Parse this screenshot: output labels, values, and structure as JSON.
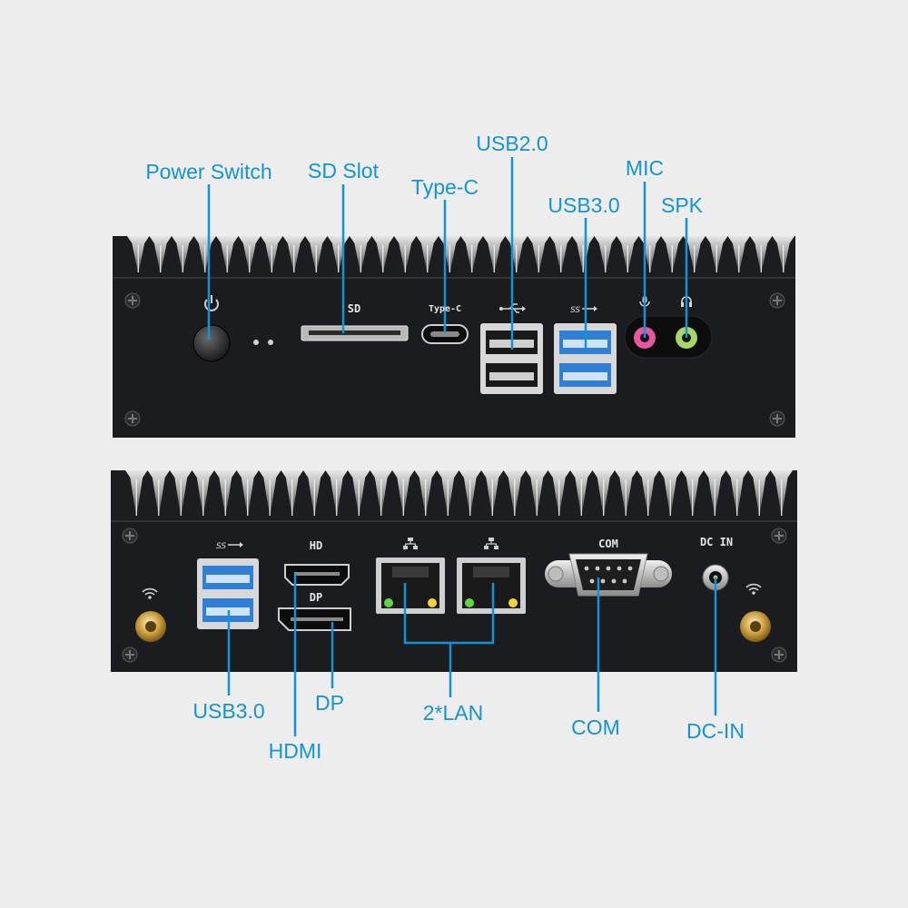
{
  "callouts": {
    "power_switch": "Power Switch",
    "sd_slot": "SD Slot",
    "type_c": "Type-C",
    "usb2": "USB2.0",
    "usb3_front": "USB3.0",
    "mic": "MIC",
    "spk": "SPK",
    "usb3_rear": "USB3.0",
    "hdmi": "HDMI",
    "dp": "DP",
    "lan": "2*LAN",
    "com": "COM",
    "dc_in": "DC-IN"
  },
  "panel_print": {
    "sd": "SD",
    "type_c": "Type-C",
    "hd": "HD",
    "dp": "DP",
    "com": "COM",
    "dc_in": "DC IN"
  },
  "colors": {
    "background": "#ededed",
    "callout": "#1493d6",
    "chassis": "#1b1c1f",
    "usb3_blue": "#2f7fd6",
    "mic_pink": "#e8589e",
    "spk_green": "#a8d66a",
    "lan_led_green": "#5fd447",
    "lan_led_yellow": "#f5d23a"
  },
  "icons": [
    "power-icon",
    "usb-icon",
    "usb-ss-icon",
    "mic-icon",
    "headphone-icon",
    "network-icon",
    "wifi-icon",
    "screw-icon"
  ]
}
